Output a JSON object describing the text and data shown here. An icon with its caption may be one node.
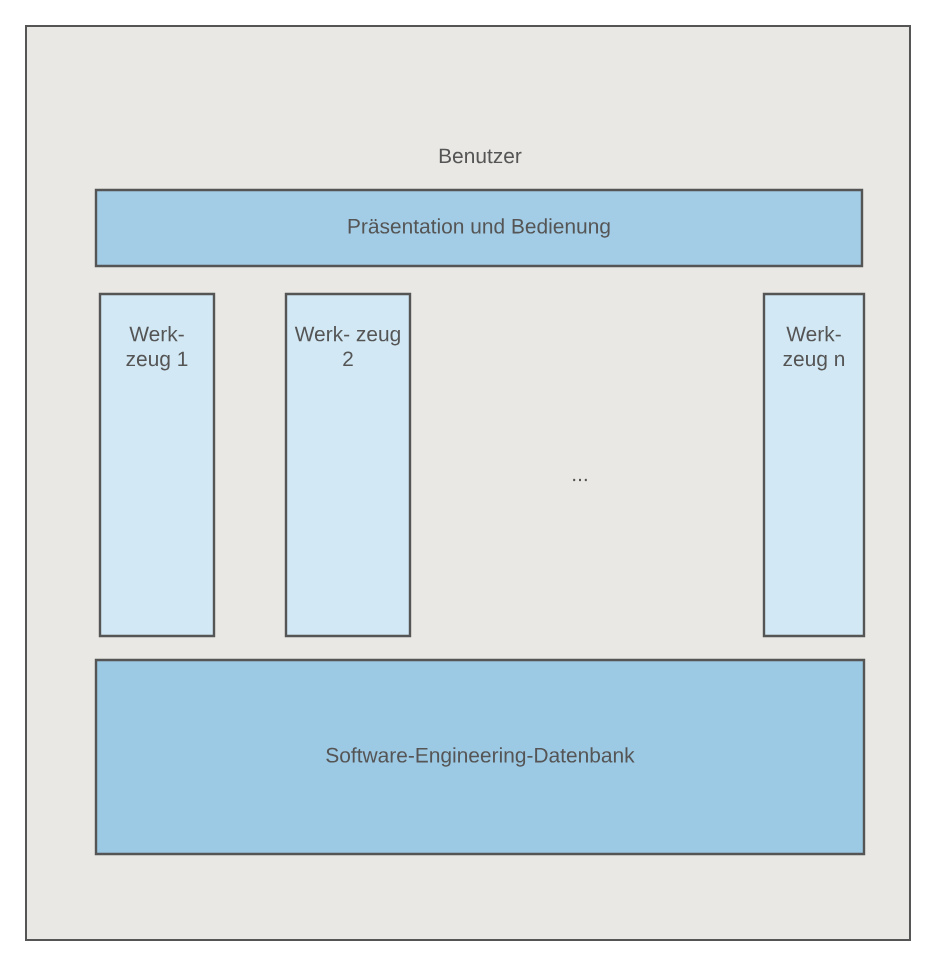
{
  "diagram": {
    "nodes": [
      {
        "text": [
          "Präsentation und Bedienung"
        ]
      },
      {
        "text": [
          "Werk- zeug 1"
        ]
      },
      {
        "text": [
          "Werk- zeug 2"
        ]
      },
      {
        "text": [
          "Werk- zeug n"
        ]
      },
      {
        "text": [
          "Software-Engineering-Datenbank"
        ]
      }
    ],
    "labels": [
      "Benutzer",
      "..."
    ]
  }
}
